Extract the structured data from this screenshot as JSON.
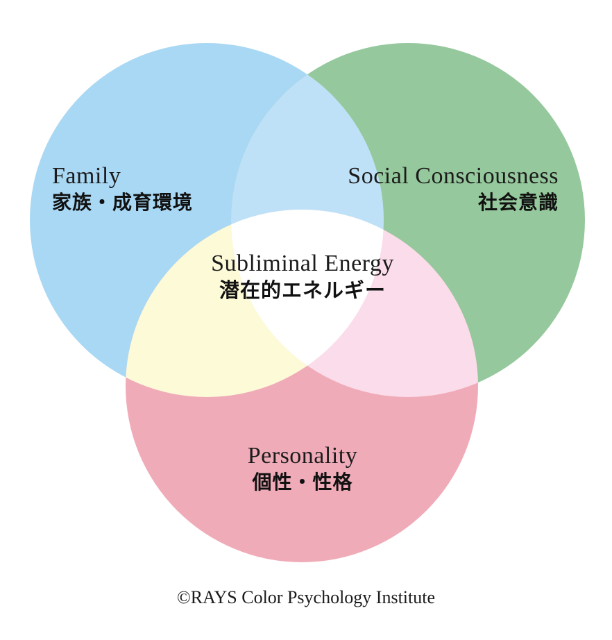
{
  "diagram": {
    "circles": {
      "family": {
        "label_en": "Family",
        "label_ja": "家族・成育環境",
        "color": "#a9d8f4"
      },
      "social": {
        "label_en": "Social Consciousness",
        "label_ja": "社会意識",
        "color": "#95c89c"
      },
      "personality": {
        "label_en": "Personality",
        "label_ja": "個性・性格",
        "color": "#f0abb8"
      }
    },
    "overlaps": {
      "family_social": {
        "color": "#bfe1f7"
      },
      "family_personality": {
        "color": "#fdfad8"
      },
      "social_personality": {
        "color": "#fbdcea"
      },
      "center": {
        "label_en": "Subliminal Energy",
        "label_ja": "潜在的エネルギー",
        "color": "#ffffff"
      }
    },
    "footer": {
      "credit": "©RAYS Color Psychology Institute"
    },
    "background": "#ffffff",
    "text_color": "#1b1b1b"
  }
}
